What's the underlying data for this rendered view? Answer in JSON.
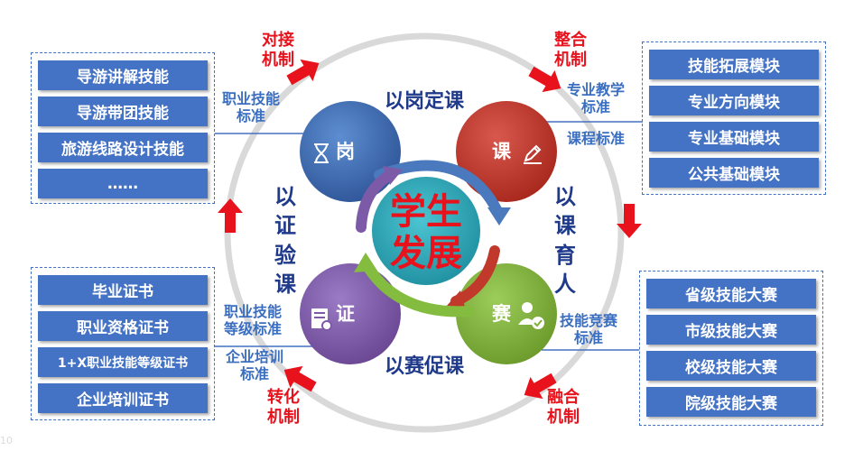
{
  "center": {
    "line1": "学生",
    "line2": "发展"
  },
  "nodes": {
    "gang": {
      "label": "岗",
      "icon": "hourglass-icon",
      "color": "#3a64a8"
    },
    "ke": {
      "label": "课",
      "icon": "pencil-icon",
      "color": "#c0392b"
    },
    "sai": {
      "label": "赛",
      "icon": "user-check-icon",
      "color": "#7fb03a"
    },
    "zheng": {
      "label": "证",
      "icon": "certificate-icon",
      "color": "#7d5aa8"
    }
  },
  "main_labels": {
    "top": "以岗定课",
    "bottom": "以赛促课",
    "left_vertical": "以证验课",
    "right_vertical": "以课育人"
  },
  "mechanisms": {
    "top_left": [
      "对接",
      "机制"
    ],
    "top_right": [
      "整合",
      "机制"
    ],
    "bottom_left": [
      "转化",
      "机制"
    ],
    "bottom_right": [
      "融合",
      "机制"
    ]
  },
  "standards": {
    "top_left": [
      "职业技能",
      "标准"
    ],
    "top_right": [
      "专业教学",
      "标准"
    ],
    "top_right_course": "课程标准",
    "bottom_left_cert": [
      "职业技能",
      "等级标准"
    ],
    "bottom_left_training": [
      "企业培训",
      "标准"
    ],
    "bottom_right": [
      "技能竞赛",
      "标准"
    ]
  },
  "panels": {
    "top_left": [
      "导游讲解技能",
      "导游带团技能",
      "旅游线路设计技能",
      "……"
    ],
    "top_right": [
      "技能拓展模块",
      "专业方向模块",
      "专业基础模块",
      "公共基础模块"
    ],
    "bottom_left": [
      "毕业证书",
      "职业资格证书",
      "1+X职业技能等级证书",
      "企业培训证书"
    ],
    "bottom_right": [
      "省级技能大赛",
      "市级技能大赛",
      "校级技能大赛",
      "院级技能大赛"
    ]
  },
  "colors": {
    "arrow_red": "#e8121c",
    "panel_blue": "#4472c4",
    "ring_gray": "#d9d9d9",
    "center_teal": "#2fa7b8"
  },
  "page_number": "10"
}
